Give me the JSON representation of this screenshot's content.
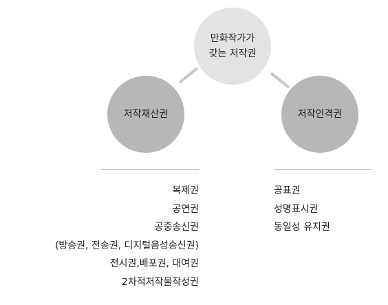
{
  "diagram": {
    "center": {
      "line1": "만화작가가",
      "line2": "갖는 저작권"
    },
    "left": {
      "label": "저작재산권",
      "items": [
        "복제권",
        "공연권",
        "공중송신권",
        "(방송권, 전송권, 디지털음성송신권)",
        "전시권,배포권, 대여권",
        "2차적저작물작성권"
      ]
    },
    "right": {
      "label": "저작인격권",
      "items": [
        "공표권",
        "성명표시권",
        "동일성 유지권"
      ]
    },
    "colors": {
      "center_fill": "#e3e3e3",
      "branch_fill": "#b7b7b7",
      "connector": "#c8c8c8",
      "divider": "#b5b5b5"
    }
  }
}
